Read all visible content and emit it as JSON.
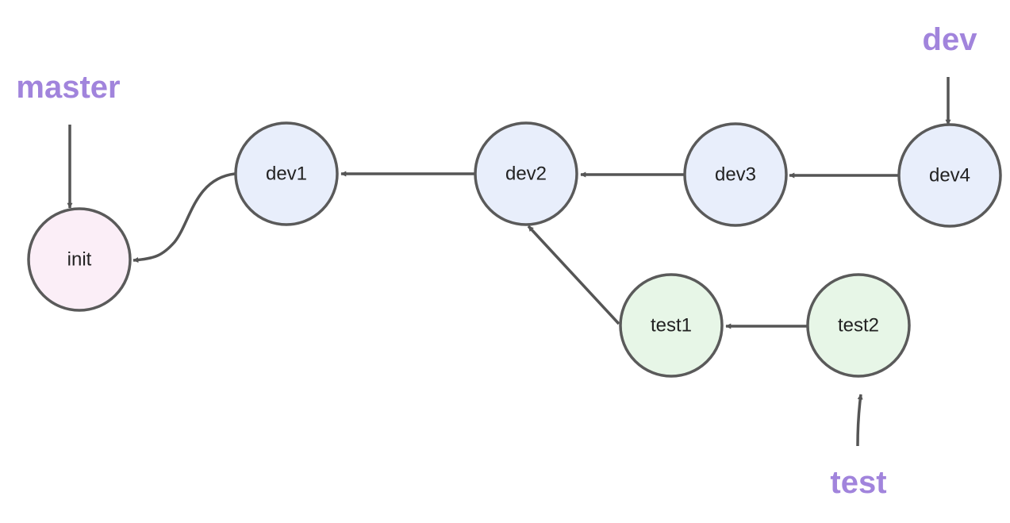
{
  "colors": {
    "edge": "#555555",
    "branch_label": "#a184dc",
    "node_stroke": "#5a5a5a",
    "fill_init": "#fbeef7",
    "fill_dev": "#e8eefb",
    "fill_test": "#e7f6e7"
  },
  "nodes": {
    "init": {
      "label": "init"
    },
    "dev1": {
      "label": "dev1"
    },
    "dev2": {
      "label": "dev2"
    },
    "dev3": {
      "label": "dev3"
    },
    "dev4": {
      "label": "dev4"
    },
    "test1": {
      "label": "test1"
    },
    "test2": {
      "label": "test2"
    }
  },
  "branches": {
    "master": {
      "label": "master"
    },
    "dev": {
      "label": "dev"
    },
    "test": {
      "label": "test"
    }
  },
  "edges": [
    {
      "from": "dev1",
      "to": "init"
    },
    {
      "from": "dev2",
      "to": "dev1"
    },
    {
      "from": "dev3",
      "to": "dev2"
    },
    {
      "from": "dev4",
      "to": "dev3"
    },
    {
      "from": "test1",
      "to": "dev2"
    },
    {
      "from": "test2",
      "to": "test1"
    }
  ]
}
